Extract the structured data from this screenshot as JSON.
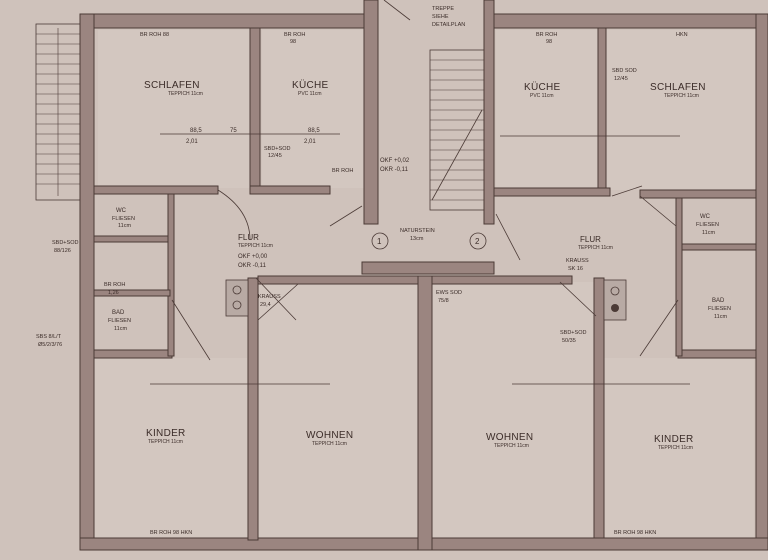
{
  "stair_note": [
    "TREPPE",
    "SIEHE",
    "DETAILPLAN"
  ],
  "level_center": [
    "OKF +0,02",
    "OKR -0,11"
  ],
  "natural_stone": [
    "NATURSTEIN",
    "13cm"
  ],
  "apartment_numbers": [
    "1",
    "2"
  ],
  "left_unit": {
    "schlafen": {
      "name": "SCHLAFEN",
      "floor": "TEPPICH 11cm"
    },
    "kueche": {
      "name": "KÜCHE",
      "floor": "PVC 11cm"
    },
    "wc": {
      "name": "WC",
      "floor": "FLIESEN",
      "thick": "11cm"
    },
    "flur": {
      "name": "FLUR",
      "floor": "TEPPICH 11cm",
      "okf": "OKF +0,00",
      "okr": "OKR -0,11"
    },
    "bad": {
      "name": "BAD",
      "floor": "FLIESEN",
      "thick": "11cm"
    },
    "kinder": {
      "name": "KINDER",
      "floor": "TEPPICH 11cm"
    },
    "wohnen": {
      "name": "WOHNEN",
      "floor": "TEPPICH 11cm"
    },
    "dims": {
      "d1": "88,5",
      "d1b": "2,01",
      "d2": "75",
      "d3": "88,5",
      "d3b": "2,01"
    },
    "notes": {
      "br_top1": "BR ROH 88",
      "br_top2": "BR ROH",
      "br_top2b": "98",
      "br_bottom": "BR ROH 98 HKN",
      "sbd": "SBD+SOD",
      "sbd2": "88/126",
      "br_bad": "BR ROH",
      "br_bad2": "1,26",
      "sbs": "SBS 8/L/T",
      "sbs2": "Ø5/2/3/76",
      "krauss": "KRAUSS",
      "krauss2": "29,4",
      "kuche_note": "BR ROH",
      "sbd_k": "SBD+SOD",
      "sbd_k2": "12/45"
    }
  },
  "right_unit": {
    "kueche": {
      "name": "KÜCHE",
      "floor": "PVC 11cm"
    },
    "schlafen": {
      "name": "SCHLAFEN",
      "floor": "TEPPICH 11cm"
    },
    "wc": {
      "name": "WC",
      "floor": "FLIESEN",
      "thick": "11cm"
    },
    "flur": {
      "name": "FLUR",
      "floor": "TEPPICH 11cm"
    },
    "bad": {
      "name": "BAD",
      "floor": "FLIESEN",
      "thick": "11cm"
    },
    "wohnen": {
      "name": "WOHNEN",
      "floor": "TEPPICH 11cm"
    },
    "kinder": {
      "name": "KINDER",
      "floor": "TEPPICH 11cm"
    },
    "krauss": {
      "name": "KRAUSS",
      "sub": "SK 16"
    },
    "ews": {
      "name": "EWS SOD",
      "sub": "75/8"
    },
    "sbd": {
      "name": "SBD+SOD",
      "sub": "50/35"
    },
    "sbd_top": {
      "name": "SBD SOD",
      "sub": "12/45"
    },
    "notes": {
      "br_top1": "BR ROH",
      "br_top2": "98",
      "br_top3": "HKN",
      "br_bottom": "BR ROH 98 HKN"
    }
  },
  "colors": {
    "paper": "#cfc2bb",
    "ink": "#3b2c28",
    "wall": "#9b8580"
  }
}
